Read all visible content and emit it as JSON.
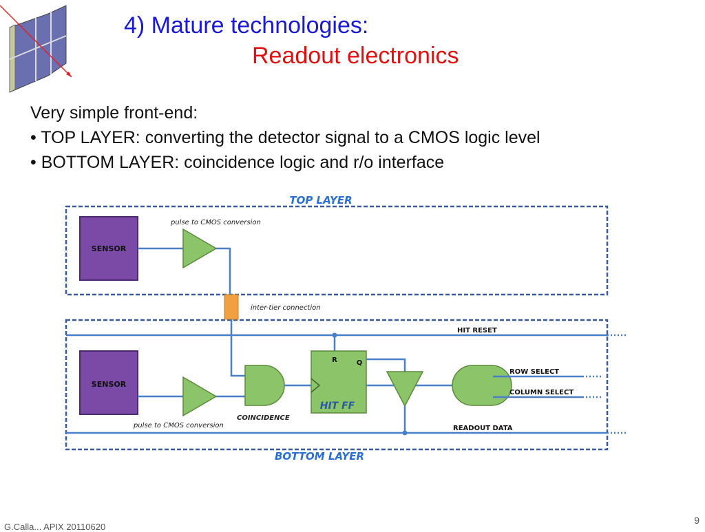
{
  "slide": {
    "title": "4) Mature technologies:",
    "subtitle": "Readout electronics",
    "intro": "Very simple front-end:",
    "bullets": [
      "• TOP LAYER: converting the detector signal to a CMOS logic level",
      "• BOTTOM LAYER: coincidence logic and r/o interface"
    ],
    "footer": "G.Calla... APIX 20110620",
    "page_number": "9"
  },
  "diagram": {
    "top_layer_label": "TOP LAYER",
    "bottom_layer_label": "BOTTOM LAYER",
    "sensor_top_label": "SENSOR",
    "sensor_bottom_label": "SENSOR",
    "pulse_top_label": "pulse to CMOS conversion",
    "pulse_bottom_label": "pulse to CMOS conversion",
    "inter_tier_label": "inter-tier connection",
    "hit_reset_label": "HIT RESET",
    "coincidence_label": "COINCIDENCE",
    "ff_r_label": "R",
    "ff_q_label": "Q",
    "hit_ff_label": "HIT FF",
    "row_select_label": "ROW SELECT",
    "column_select_label": "COLUMN SELECT",
    "readout_data_label": "READOUT DATA",
    "colors": {
      "layer_border": "#3a5a9a",
      "layer_title": "#2a6fd0",
      "wire": "#4a7fc8",
      "sensor_fill": "#7a4aa6",
      "sensor_stroke": "#4a2a70",
      "gate_fill": "#8cc46a",
      "gate_stroke": "#5a8a3a",
      "inter_tier": "#f0a040"
    }
  }
}
